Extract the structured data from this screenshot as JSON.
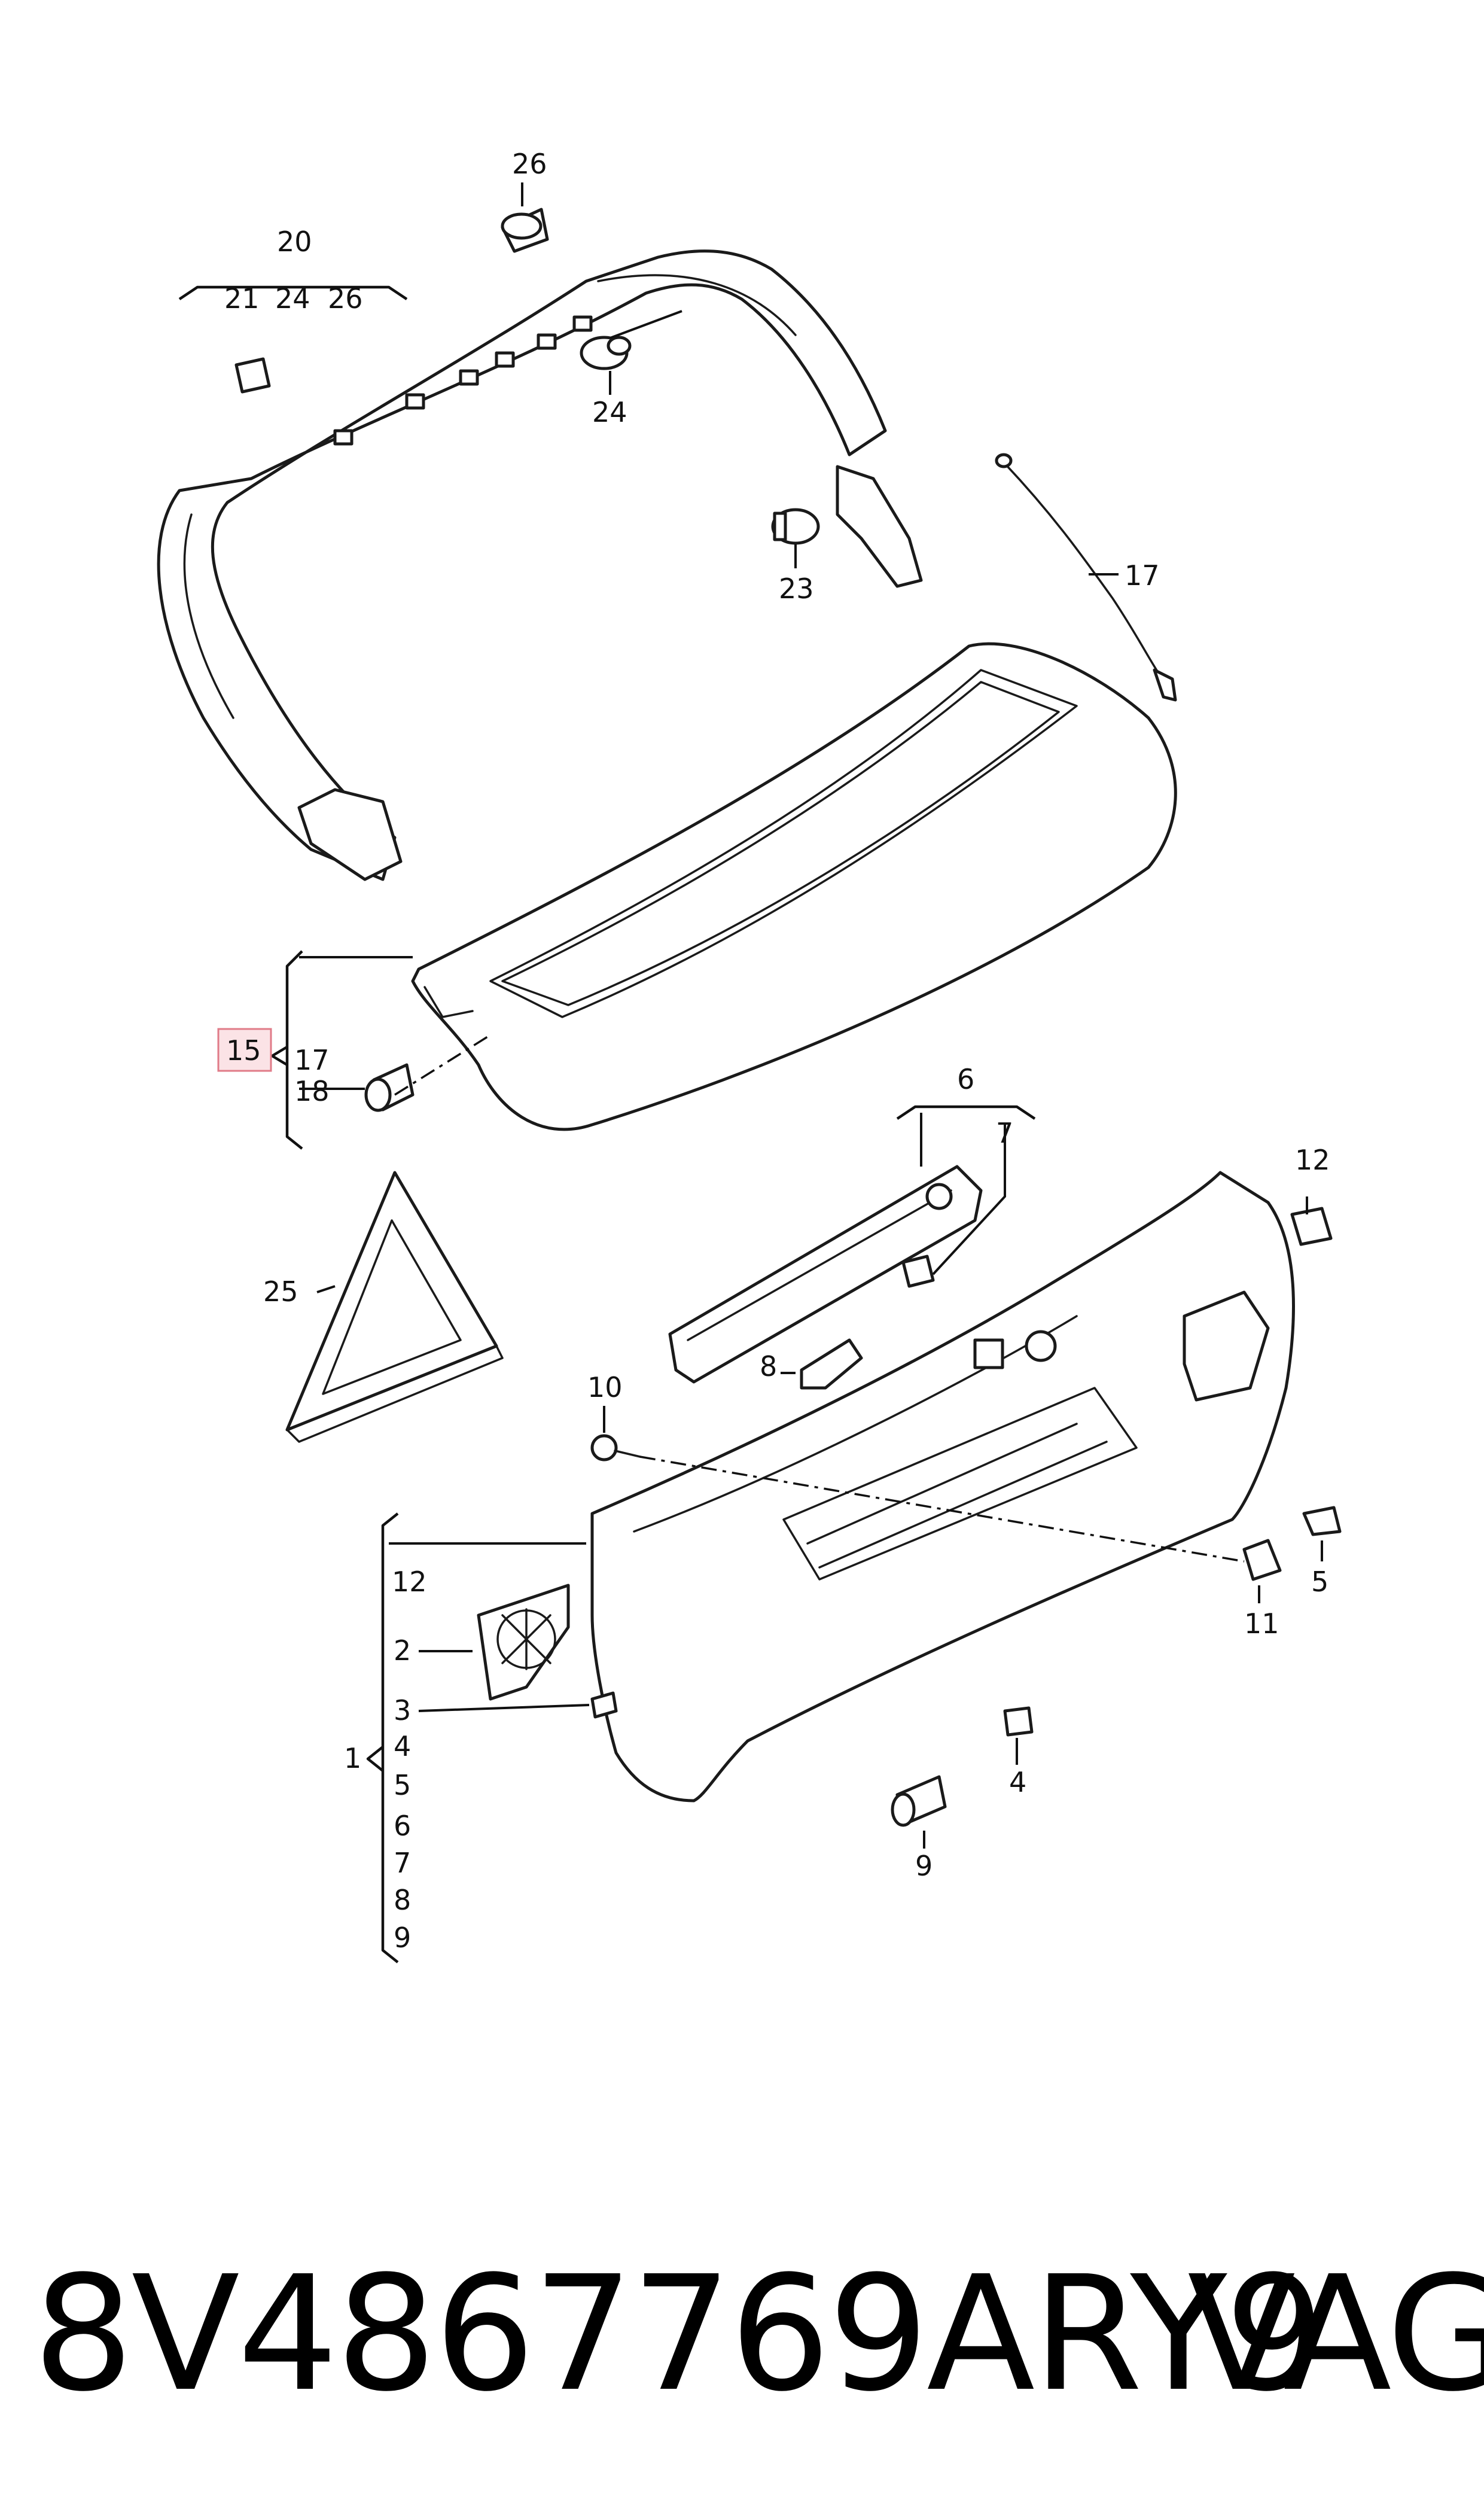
{
  "callouts": {
    "c1": "1",
    "c2": "2",
    "c3": "3",
    "c4": "4",
    "c4b": "4",
    "c5": "5",
    "c5b": "5",
    "c6": "6",
    "c6b": "6",
    "c7": "7",
    "c7b": "7",
    "c8": "8",
    "c8b": "8",
    "c9": "9",
    "c9b": "9",
    "c10": "10",
    "c11": "11",
    "c12": "12",
    "c12b": "12",
    "c15": "15",
    "c17": "17",
    "c17b": "17",
    "c18": "18",
    "c20": "20",
    "c21": "21",
    "c23": "23",
    "c24": "24",
    "c24b": "24",
    "c25": "25",
    "c26": "26",
    "c26b": "26"
  },
  "highlight_color": "#e07b88",
  "footer": {
    "part_number": "8V4867769ARY9",
    "brand": "VAG"
  }
}
